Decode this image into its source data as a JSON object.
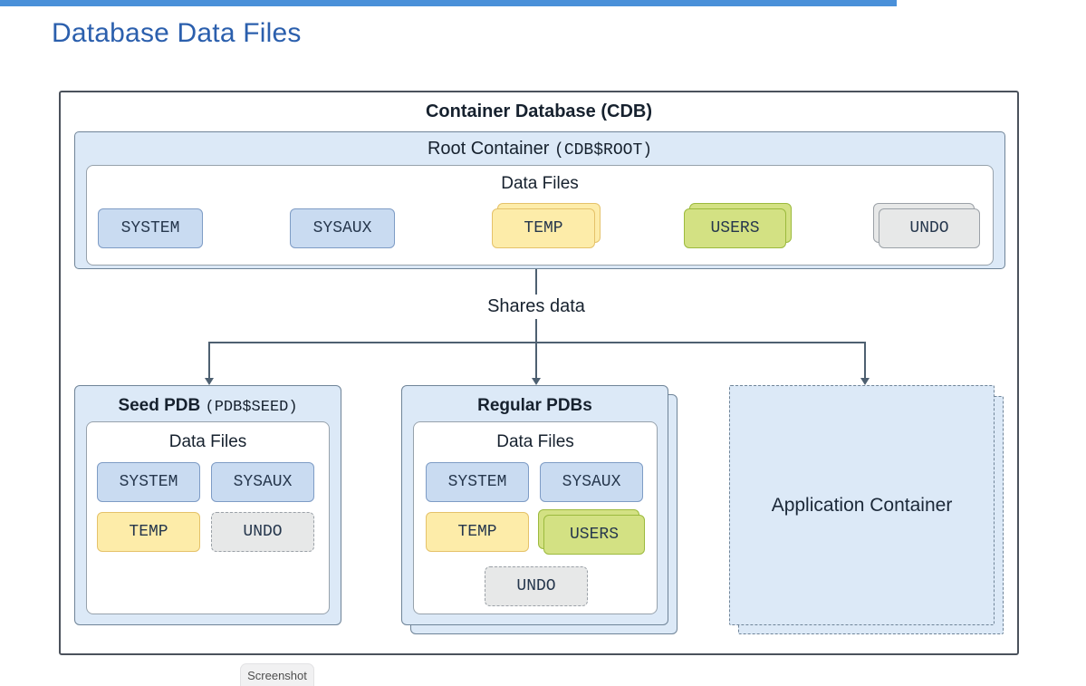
{
  "page_title": "Database Data Files",
  "tooltip_label": "Screenshot",
  "diagram": {
    "cdb_title": "Container Database (CDB)",
    "root_container": {
      "title": "Root Container",
      "title_code": "(CDB$ROOT)",
      "section_title": "Data Files",
      "files": [
        "SYSTEM",
        "SYSAUX",
        "TEMP",
        "USERS",
        "UNDO"
      ]
    },
    "connector_label": "Shares data",
    "seed_pdb": {
      "title": "Seed PDB",
      "title_code": "(PDB$SEED)",
      "section_title": "Data Files",
      "files": [
        "SYSTEM",
        "SYSAUX",
        "TEMP",
        "UNDO"
      ]
    },
    "regular_pdbs": {
      "title": "Regular PDBs",
      "section_title": "Data Files",
      "files": [
        "SYSTEM",
        "SYSAUX",
        "TEMP",
        "USERS",
        "UNDO"
      ]
    },
    "application_container": {
      "title": "Application Container"
    }
  },
  "colors": {
    "top_bar": "#4a90d9",
    "heading_blue": "#2b5fad",
    "panel_fill": "#dce9f7",
    "panel_border": "#6f8498",
    "outer_border": "#4b525c",
    "line": "#4e6071",
    "text_dark": "#16212e",
    "chip_blue_fill": "#c9dbf1",
    "chip_blue_border": "#7e9cc5",
    "chip_yellow_fill": "#fdeca9",
    "chip_yellow_border": "#e5c26a",
    "chip_green_fill": "#d3e183",
    "chip_green_border": "#9cba3e",
    "chip_gray_fill": "#e7e8e8",
    "chip_gray_border": "#9ba1a7",
    "tooltip_bg": "#f1f1f2",
    "tooltip_text": "#4e4e4e"
  }
}
